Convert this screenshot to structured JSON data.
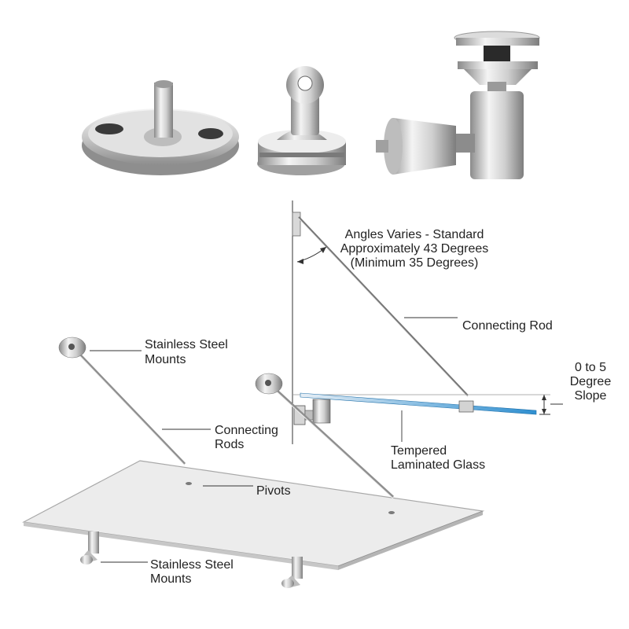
{
  "labels": {
    "angle_line1": "Angles Varies - Standard",
    "angle_line2": "Approximately 43 Degrees",
    "angle_line3": "(Minimum 35 Degrees)",
    "connecting_rod": "Connecting Rod",
    "slope_line1": "0 to 5",
    "slope_line2": "Degree",
    "slope_line3": "Slope",
    "glass_line1": "Tempered",
    "glass_line2": "Laminated Glass",
    "mounts_top_line1": "Stainless Steel",
    "mounts_top_line2": "Mounts",
    "rods_line1": "Connecting",
    "rods_line2": "Rods",
    "pivots": "Pivots",
    "mounts_bottom_line1": "Stainless Steel",
    "mounts_bottom_line2": "Mounts"
  },
  "colors": {
    "steel_light": "#f2f2f2",
    "steel_mid": "#c4c4c4",
    "steel_dark": "#7a7a7a",
    "glass_edge": "#2f8fd0",
    "glass_panel": "#ececec",
    "text": "#222222"
  },
  "icons": [
    "round-wall-plate-fitting-icon",
    "pivot-clevis-fitting-icon",
    "adjustable-glass-clamp-fitting-icon"
  ]
}
